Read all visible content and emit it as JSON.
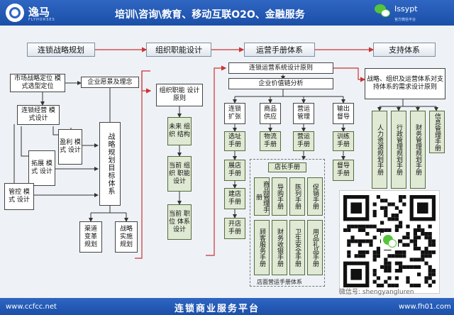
{
  "header": {
    "logo_text": "逸马",
    "logo_sub": "FLYHORSES",
    "title": "培训\\咨询\\教育、移动互联O2O、金融服务",
    "wechat_name": "Issypt",
    "wechat_sub": "官方微信平台"
  },
  "footer": {
    "left_url": "www.ccfcc.net",
    "center_title": "连锁商业服务平台",
    "right_url": "www.fh01.com"
  },
  "watermark": "微信号: shengyangluren",
  "sections": {
    "s1": "连锁战略规划",
    "s2": "组织职能设计",
    "s3": "运营手册体系",
    "s4": "支持体系"
  },
  "s1": {
    "market": "市场战略定位 模式选型定位",
    "vision": "企业愿景及理念",
    "ops_model": "连锁经营 模式设计",
    "profit_model": "盈利 模式 设计",
    "expand_model": "拓展 模式 设计",
    "control_model": "管控 模式 设计",
    "strategy_goal": "战略规划目标体系",
    "channel": "渠道 变革 规划",
    "implement": "战略 实施 规划"
  },
  "s2": {
    "org_design": "组织职能 设计原则",
    "future_org": "未来 组织 结构",
    "current_org": "当前 组织 职能 设计",
    "current_pos": "当前 职位 体系 设计"
  },
  "s3": {
    "top1": "连锁运营系统设计原则",
    "top2": "企业价值链分析",
    "chain_expand": "连锁 扩张",
    "goods_supply": "商品 供应",
    "ops_manage": "营运 管理",
    "output_supervise": "输出 督导",
    "site_manual": "选址 手册",
    "logistics_manual": "物流 手册",
    "ops_manual": "营运 手册",
    "training_manual": "训练 手册",
    "expo_manual": "展店 手册",
    "supervise_manual": "督导 手册",
    "build_manual": "建店 手册",
    "open_manual": "开店 手册",
    "store_manual": "店长手册",
    "store_system": "店面营运手册体系",
    "sm_items": [
      "商品管理手册",
      "导购手册",
      "陈列手册",
      "促销手册",
      "顾客服务手册",
      "财务收银手册",
      "卫生安全手册",
      "用品礼品手册"
    ]
  },
  "s4": {
    "header_box": "战略、组织及运营体系对支持体系的需求设计原则",
    "items": [
      "人力资源规划手册",
      "行政管理规划手册",
      "财务管理规划手册",
      "信息管理手册"
    ]
  }
}
